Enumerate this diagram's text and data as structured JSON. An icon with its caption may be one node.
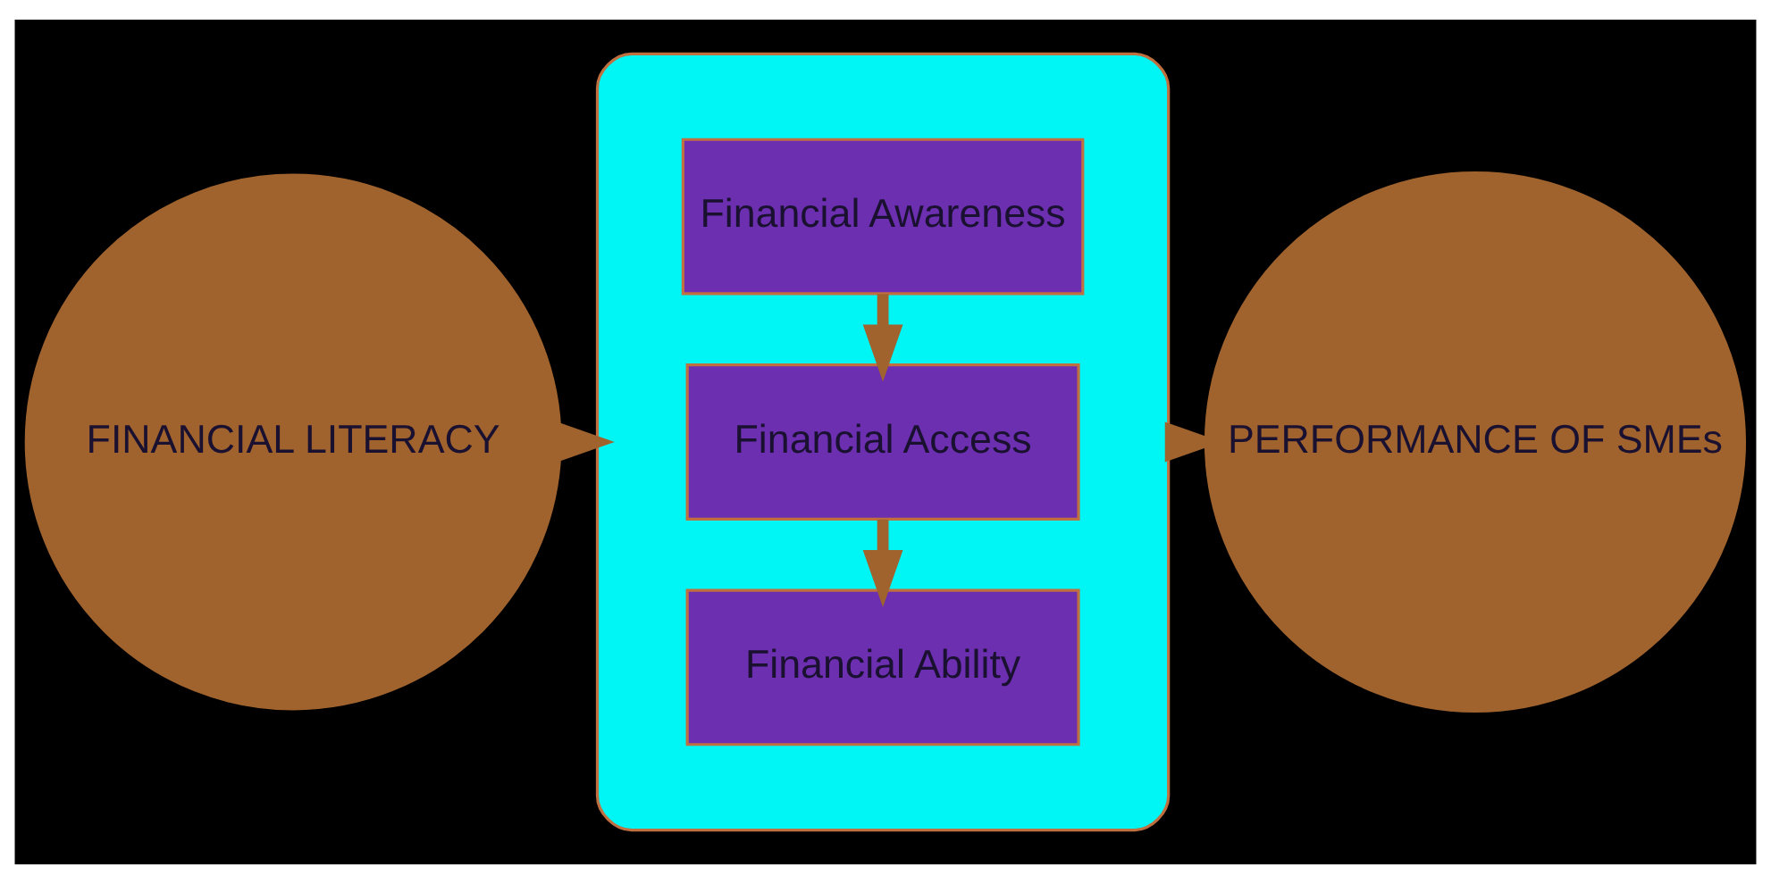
{
  "diagram": {
    "nodes": [
      {
        "text": [
          "FINANCIAL LITERACY"
        ]
      },
      {
        "text": [],
        "shape": "ellipse"
      },
      {
        "text": [
          "Financial Awareness"
        ],
        "in": 1
      },
      {
        "text": [
          "Financial Access"
        ],
        "in": 1
      },
      {
        "text": [
          "Financial Ability"
        ],
        "in": 1
      },
      {
        "text": [
          "PERFORMANCE OF SMEs"
        ]
      }
    ],
    "edges": [
      {
        "from": 0,
        "to": 1,
        "arrow": "to"
      },
      {
        "from": 2,
        "to": 3,
        "arrow": "to"
      },
      {
        "from": 3,
        "to": 4,
        "arrow": "to"
      },
      {
        "from": 1,
        "to": 5,
        "arrow": "to"
      }
    ]
  }
}
